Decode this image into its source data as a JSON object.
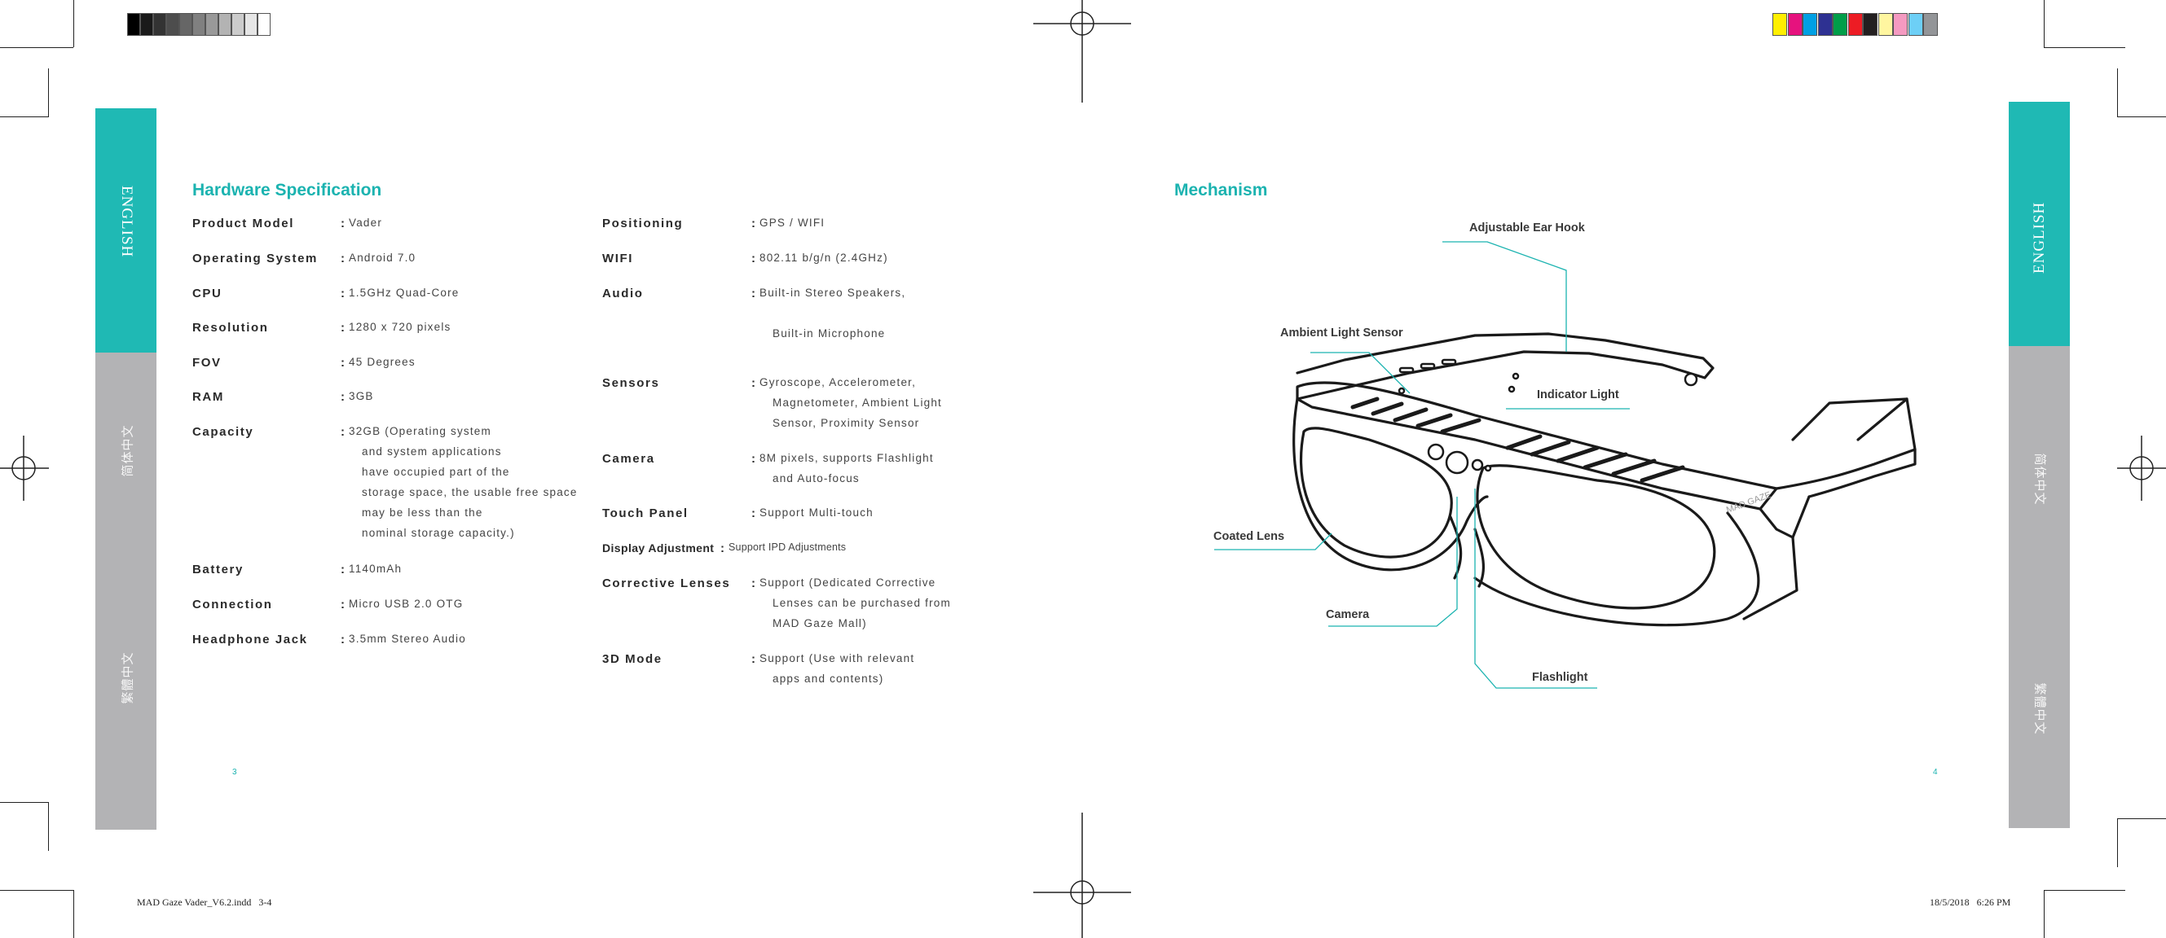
{
  "colors": {
    "teal": "#1fb9b4",
    "heading": "#1bb3b0",
    "sidebar_gray": "#b3b3b5"
  },
  "grayscale_bar": [
    "#000000",
    "#1a1a1a",
    "#333333",
    "#4d4d4d",
    "#666666",
    "#808080",
    "#999999",
    "#b3b3b3",
    "#cccccc",
    "#e6e6e6",
    "#ffffff"
  ],
  "color_bar": [
    "#ffef00",
    "#e6127e",
    "#00a0e4",
    "#2e3192",
    "#009e49",
    "#ed1c24",
    "#231f20",
    "#fff6a0",
    "#f49ac1",
    "#6dcff6",
    "#939598"
  ],
  "left_sidebar": {
    "english": "ENGLISH",
    "simplified": "简体中文",
    "traditional": "繁體中文"
  },
  "right_sidebar": {
    "english": "ENGLISH",
    "simplified": "简体中文",
    "traditional": "繁體中文"
  },
  "spec": {
    "title": "Hardware Specification",
    "left": [
      {
        "label": "Product Model",
        "colon": ":",
        "lines": [
          "Vader"
        ]
      },
      {
        "label": "Operating System",
        "colon": ":",
        "lines": [
          "Android 7.0"
        ]
      },
      {
        "label": "CPU",
        "colon": ":",
        "lines": [
          "1.5GHz Quad-Core"
        ]
      },
      {
        "label": "Resolution",
        "colon": ":",
        "lines": [
          "1280 x 720 pixels"
        ]
      },
      {
        "label": "FOV",
        "colon": ":",
        "lines": [
          "45 Degrees"
        ]
      },
      {
        "label": "RAM",
        "colon": ":",
        "lines": [
          "3GB"
        ]
      },
      {
        "label": "Capacity",
        "colon": ":",
        "lines": [
          "32GB (Operating system",
          "and system applications",
          "have occupied part of the",
          "storage space, the usable free space",
          "may be less than the",
          "nominal storage capacity.)"
        ]
      },
      {
        "label": "Battery",
        "colon": ":",
        "lines": [
          "1140mAh"
        ]
      },
      {
        "label": "Connection",
        "colon": ":",
        "lines": [
          "Micro USB 2.0 OTG"
        ]
      },
      {
        "label": "Headphone Jack",
        "colon": ":",
        "lines": [
          "3.5mm Stereo Audio"
        ]
      }
    ],
    "right": [
      {
        "label": "Positioning",
        "colon": ":",
        "lines": [
          "GPS / WIFI"
        ]
      },
      {
        "label": "WIFI",
        "colon": ":",
        "lines": [
          "802.11 b/g/n (2.4GHz)"
        ]
      },
      {
        "label": "Audio",
        "colon": ":",
        "lines": [
          "Built-in Stereo Speakers,",
          "",
          "Built-in Microphone"
        ]
      },
      {
        "label": "Sensors",
        "colon": ":",
        "lines": [
          "Gyroscope, Accelerometer,",
          "Magnetometer, Ambient Light",
          "Sensor, Proximity Sensor"
        ]
      },
      {
        "label": "Camera",
        "colon": ":",
        "lines": [
          "8M pixels, supports Flashlight",
          "and Auto-focus"
        ]
      },
      {
        "label": "Touch Panel",
        "colon": ":",
        "lines": [
          "Support Multi-touch"
        ]
      },
      {
        "label": "Display Adjustment",
        "colon": ":",
        "lines": [
          "Support IPD Adjustments"
        ]
      },
      {
        "label": "Corrective Lenses",
        "colon": ":",
        "lines": [
          "Support (Dedicated Corrective",
          "Lenses can be purchased from",
          "MAD Gaze Mall)"
        ]
      },
      {
        "label": "3D Mode",
        "colon": ":",
        "lines": [
          "Support (Use with relevant",
          "apps and contents)"
        ]
      }
    ],
    "page_number": "3"
  },
  "mechanism": {
    "title": "Mechanism",
    "callouts": {
      "ear_hook": "Adjustable Ear Hook",
      "ambient": "Ambient Light Sensor",
      "indicator": "Indicator Light",
      "coated": "Coated Lens",
      "camera": "Camera",
      "flashlight": "Flashlight"
    },
    "brand_on_frame": "MAD GAZE",
    "page_number": "4"
  },
  "footer": {
    "file": "MAD Gaze Vader_V6.2.indd   3-4",
    "timestamp": "18/5/2018   6:26 PM"
  }
}
